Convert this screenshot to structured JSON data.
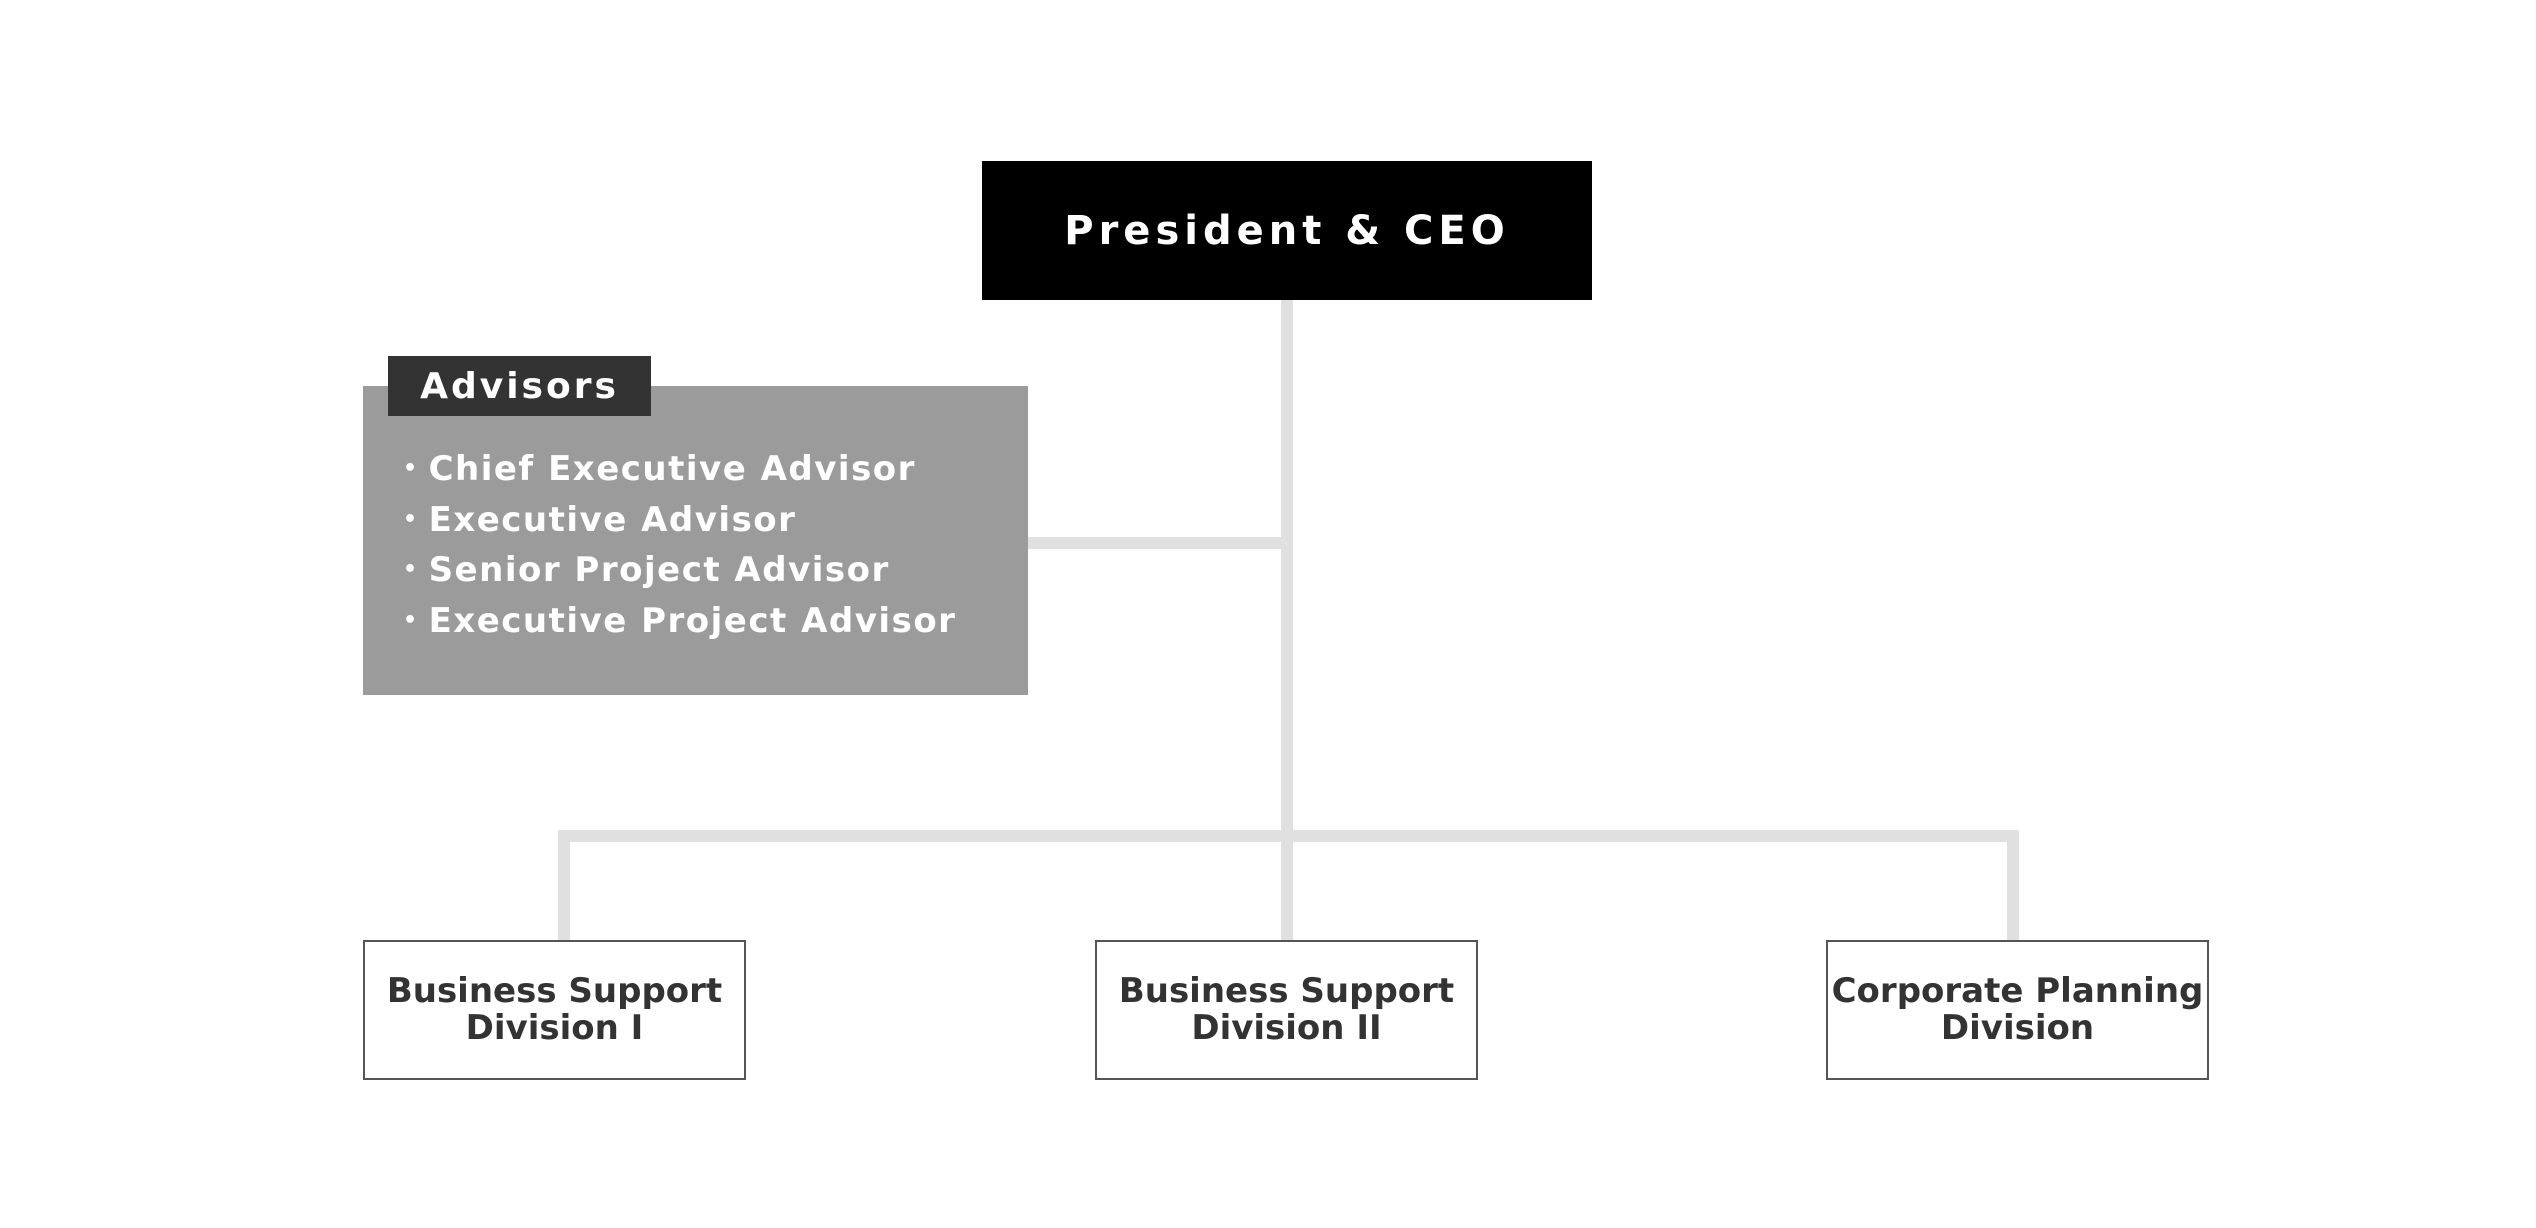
{
  "ceo": {
    "title": "President & CEO"
  },
  "advisors": {
    "heading": "Advisors",
    "items": [
      "Chief Executive Advisor",
      "Executive Advisor",
      "Senior Project Advisor",
      "Executive Project Advisor"
    ]
  },
  "divisions": [
    {
      "line1": "Business Support",
      "line2": "Division I"
    },
    {
      "line1": "Business Support",
      "line2": "Division II"
    },
    {
      "line1": "Corporate Planning",
      "line2": "Division"
    }
  ],
  "colors": {
    "ceo_fill": "#000000",
    "advisors_fill": "#9b9b9b",
    "advisors_tag_fill": "#333333",
    "connector": "#e0e0e0",
    "division_border": "#555555",
    "division_text": "#333333"
  }
}
